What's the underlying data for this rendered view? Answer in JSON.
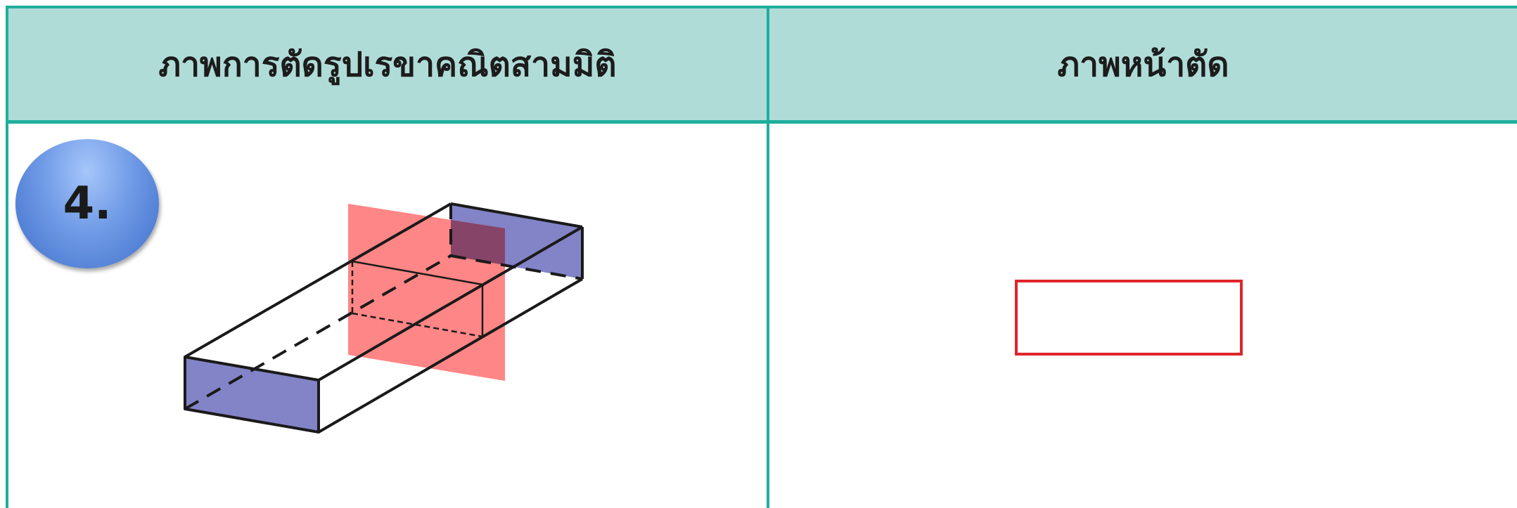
{
  "table": {
    "header_left": "ภาพการตัดรูปเรขาคณิตสามมิติ",
    "header_right": "ภาพหน้าตัด"
  },
  "row": {
    "number_label": "4."
  },
  "colors": {
    "border": "#1fae9c",
    "header_bg": "#b0dcd8",
    "solid_end_faces": "#8383c8",
    "cutting_plane": "#ff7b7b",
    "cross_section_outline": "#e0252b"
  }
}
